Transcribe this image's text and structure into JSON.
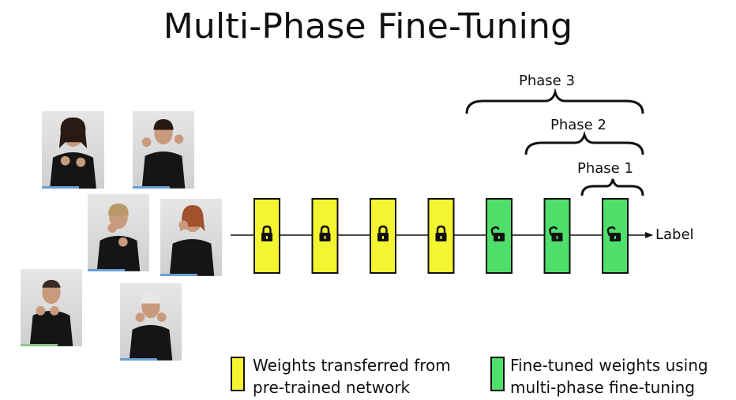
{
  "title": "Multi-Phase Fine-Tuning",
  "phases": [
    {
      "label": "Phase 3"
    },
    {
      "label": "Phase 2"
    },
    {
      "label": "Phase 1"
    }
  ],
  "output_label": "Label",
  "blocks": [
    {
      "type": "transferred",
      "lock": "locked-padlock-icon"
    },
    {
      "type": "transferred",
      "lock": "locked-padlock-icon"
    },
    {
      "type": "transferred",
      "lock": "locked-padlock-icon"
    },
    {
      "type": "transferred",
      "lock": "locked-padlock-icon"
    },
    {
      "type": "finetuned",
      "lock": "unlocked-padlock-icon"
    },
    {
      "type": "finetuned",
      "lock": "unlocked-padlock-icon"
    },
    {
      "type": "finetuned",
      "lock": "unlocked-padlock-icon"
    }
  ],
  "colors": {
    "transferred": "#f4f430",
    "finetuned": "#4ee06a",
    "outline": "#111111"
  },
  "legend": {
    "transferred_line1": "Weights transferred from",
    "transferred_line2": "pre-trained network",
    "finetuned_line1": "Fine-tuned weights using",
    "finetuned_line2": "multi-phase fine-tuning"
  }
}
